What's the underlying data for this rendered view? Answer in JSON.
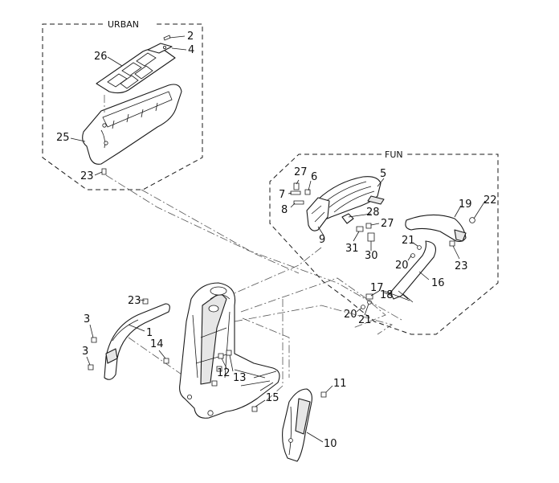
{
  "groups": {
    "urban": "URBAN",
    "fun": "FUN"
  },
  "callouts": {
    "c1": "1",
    "c2": "2",
    "c3a": "3",
    "c3b": "3",
    "c4": "4",
    "c5": "5",
    "c6": "6",
    "c7": "7",
    "c8": "8",
    "c9": "9",
    "c10": "10",
    "c11": "11",
    "c12": "12",
    "c13": "13",
    "c14": "14",
    "c15": "15",
    "c16": "16",
    "c17": "17",
    "c18": "18",
    "c19": "19",
    "c20a": "20",
    "c20b": "20",
    "c21a": "21",
    "c21b": "21",
    "c22": "22",
    "c23a": "23",
    "c23b": "23",
    "c23c": "23",
    "c25": "25",
    "c26": "26",
    "c27a": "27",
    "c27b": "27",
    "c28": "28",
    "c30": "30",
    "c31": "31"
  }
}
